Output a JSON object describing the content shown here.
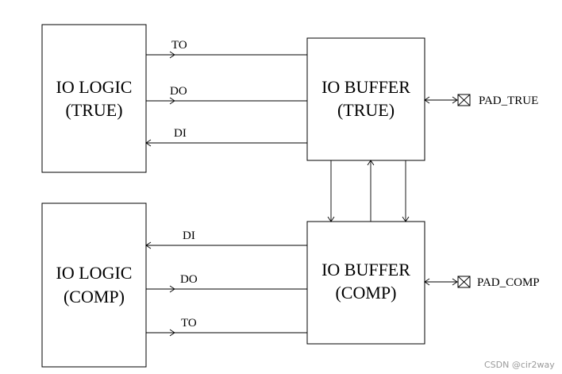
{
  "blocks": {
    "io_logic_true": {
      "line1": "IO LOGIC",
      "line2": "(TRUE)"
    },
    "io_buffer_true": {
      "line1": "IO BUFFER",
      "line2": "(TRUE)"
    },
    "io_logic_comp": {
      "line1": "IO LOGIC",
      "line2": "(COMP)"
    },
    "io_buffer_comp": {
      "line1": "IO BUFFER",
      "line2": "(COMP)"
    }
  },
  "signals": {
    "true_to": "TO",
    "true_do": "DO",
    "true_di": "DI",
    "comp_di": "DI",
    "comp_do": "DO",
    "comp_to": "TO"
  },
  "pads": {
    "pad_true": "PAD_TRUE",
    "pad_comp": "PAD_COMP"
  },
  "watermark": "CSDN @cir2way"
}
